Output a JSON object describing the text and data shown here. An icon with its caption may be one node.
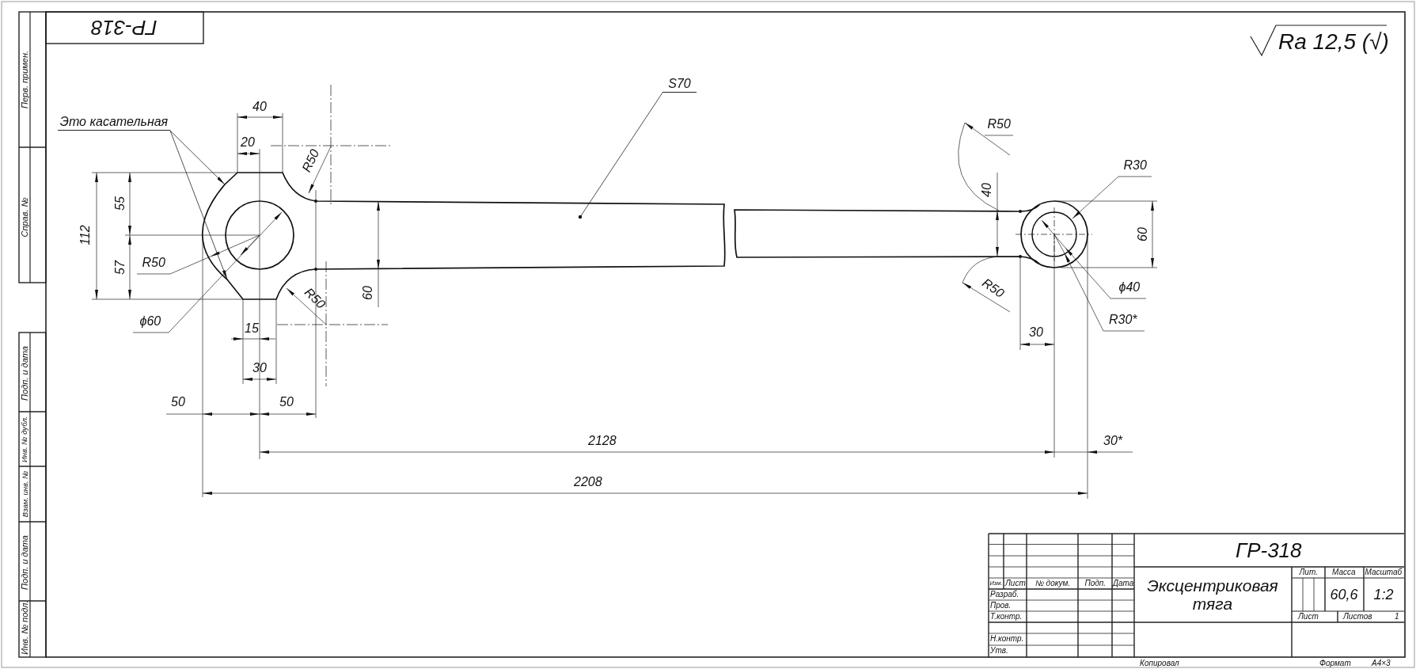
{
  "diagram": {
    "nodes": [
      {
        "text": [
          "Это касательная"
        ]
      },
      {
        "text": [
          "S70"
        ]
      }
    ],
    "edges": [
      {
        "from": 0,
        "to": null,
        "arrow": "to"
      },
      {
        "from": 0,
        "to": null,
        "arrow": "to"
      },
      {
        "from": 1,
        "to": null,
        "arrow": "other"
      }
    ],
    "labels": [
      "ГР-318",
      "Ra 12,5 (√)",
      "Перв. примен.",
      "Справ. №",
      "Подп. и дата",
      "Инв. № дубл.",
      "Взам. инв. №",
      "Подп. и дата",
      "Инв. № подл.",
      "40",
      "20",
      "R50",
      "112",
      "55",
      "57",
      "R50",
      "R50",
      "60",
      "ϕ60",
      "15",
      "30",
      "50",
      "50",
      "R50",
      "R30",
      "40",
      "60",
      "R50",
      "ϕ40",
      "R30*",
      "30",
      "2128",
      "30*",
      "2208",
      "ГР-318",
      "Изм.",
      "Лист",
      "№ докум.",
      "Подп.",
      "Дата",
      "Разраб.",
      "Пров.",
      "Т.контр.",
      "Н.контр.",
      "Утв.",
      "Эксцентриковая тяга",
      "Лит.",
      "Масса",
      "Масштаб",
      "60,6",
      "1:2",
      "Лист",
      "Листов",
      "1",
      "Копировал",
      "Формат",
      "A4×3"
    ]
  }
}
